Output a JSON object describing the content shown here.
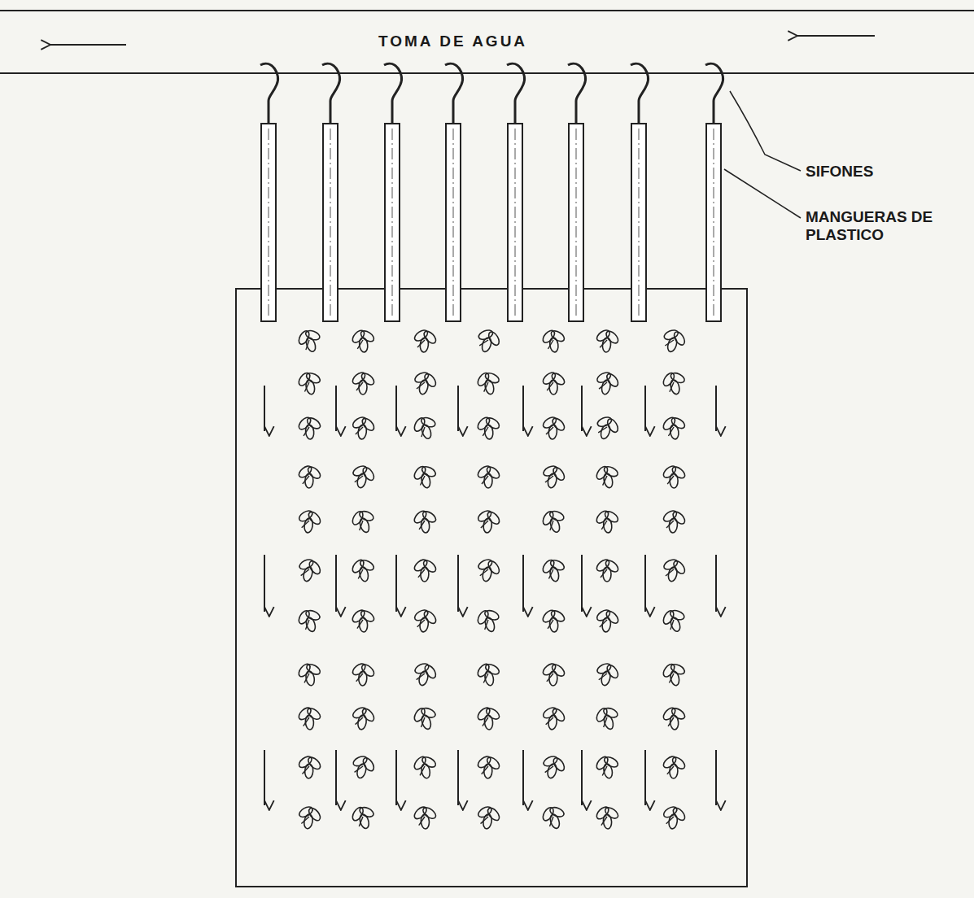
{
  "diagram": {
    "labels": [
      "TOMA DE AGUA",
      "SIFONES",
      "MANGUERAS DE PLASTICO"
    ]
  }
}
